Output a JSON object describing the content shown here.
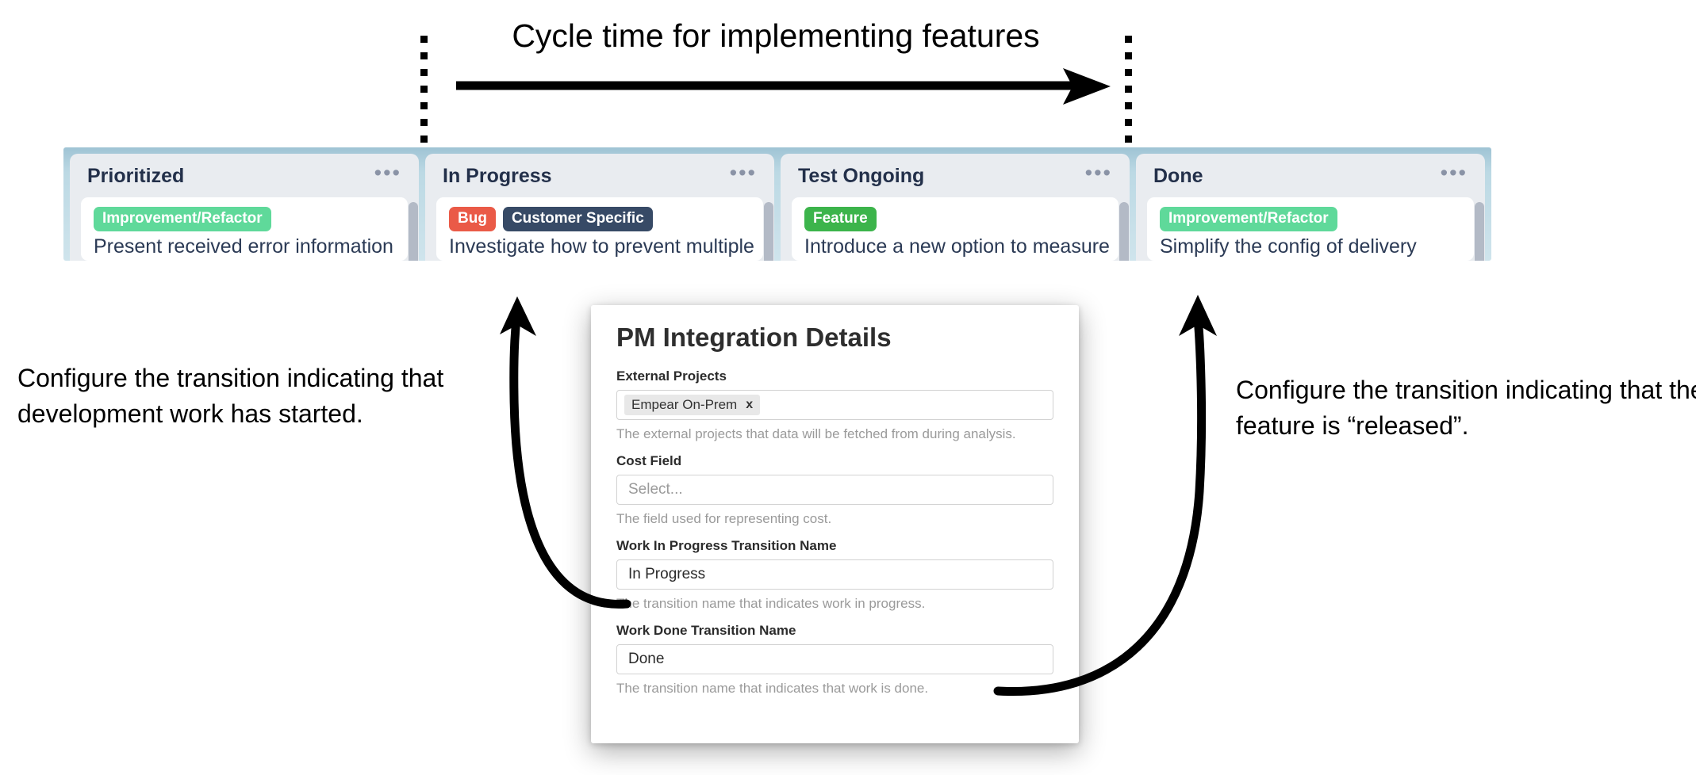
{
  "annotations": {
    "cycle_time_label": "Cycle time for implementing features",
    "left_note": "Configure the transition indicating that development work has started.",
    "right_note": "Configure the transition indicating that the feature is “released”."
  },
  "board": {
    "menu_glyph": "•••",
    "columns": [
      {
        "title": "Prioritized",
        "card": {
          "tags": [
            {
              "label": "Improvement/Refactor",
              "color": "#5fd99a"
            }
          ],
          "title": "Present received error information"
        }
      },
      {
        "title": "In Progress",
        "card": {
          "tags": [
            {
              "label": "Bug",
              "color": "#ea5a47"
            },
            {
              "label": "Customer Specific",
              "color": "#374a66"
            }
          ],
          "title": "Investigate how to prevent multiple"
        }
      },
      {
        "title": "Test Ongoing",
        "card": {
          "tags": [
            {
              "label": "Feature",
              "color": "#3cb44b"
            }
          ],
          "title": "Introduce a new option to measure"
        }
      },
      {
        "title": "Done",
        "card": {
          "tags": [
            {
              "label": "Improvement/Refactor",
              "color": "#5fd99a"
            }
          ],
          "title": "Simplify the config of delivery"
        }
      }
    ]
  },
  "modal": {
    "title": "PM Integration Details",
    "fields": [
      {
        "label": "External Projects",
        "kind": "chips",
        "chips": [
          {
            "label": "Empear On-Prem",
            "remove": "x"
          }
        ],
        "help": "The external projects that data will be fetched from during analysis."
      },
      {
        "label": "Cost Field",
        "kind": "select",
        "placeholder": "Select...",
        "value": "",
        "help": "The field used for representing cost."
      },
      {
        "label": "Work In Progress Transition Name",
        "kind": "text",
        "placeholder": "",
        "value": "In Progress",
        "help": "The transition name that indicates work in progress."
      },
      {
        "label": "Work Done Transition Name",
        "kind": "text",
        "placeholder": "",
        "value": "Done",
        "help": "The transition name that indicates that work is done."
      }
    ]
  },
  "colors": {
    "board_bg_top": "#9fc3d4",
    "board_bg_bottom": "#cfe4ec",
    "column_bg": "#e9ecf0",
    "card_bg": "#ffffff",
    "title_text": "#23304a",
    "ink": "#000000"
  }
}
